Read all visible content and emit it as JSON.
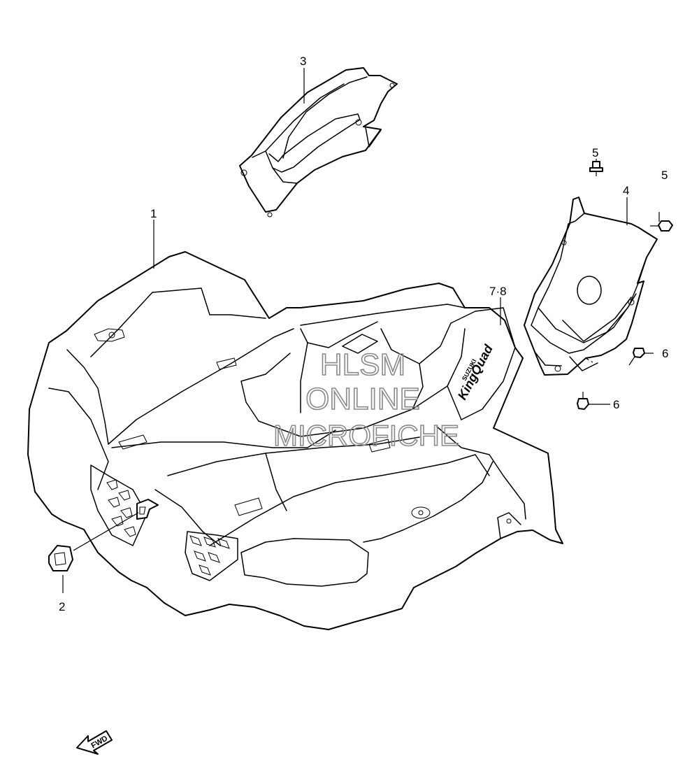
{
  "diagram": {
    "callouts": [
      {
        "id": "c1",
        "label": "1"
      },
      {
        "id": "c2",
        "label": "2"
      },
      {
        "id": "c3",
        "label": "3"
      },
      {
        "id": "c4",
        "label": "4"
      },
      {
        "id": "c5a",
        "label": "5"
      },
      {
        "id": "c5b",
        "label": "5"
      },
      {
        "id": "c6a",
        "label": "6"
      },
      {
        "id": "c6b",
        "label": "6"
      },
      {
        "id": "c78",
        "label": "7·8"
      }
    ],
    "watermark": {
      "line1": "HLSM",
      "line2": "ONLINE",
      "line3": "MICROFICHE"
    },
    "decal": {
      "brand": "SUZUKI",
      "model": "KingQuad"
    },
    "direction_arrow": "FWD",
    "colors": {
      "line": "#000000",
      "watermark": "#8a8a8a",
      "background": "#ffffff"
    }
  }
}
